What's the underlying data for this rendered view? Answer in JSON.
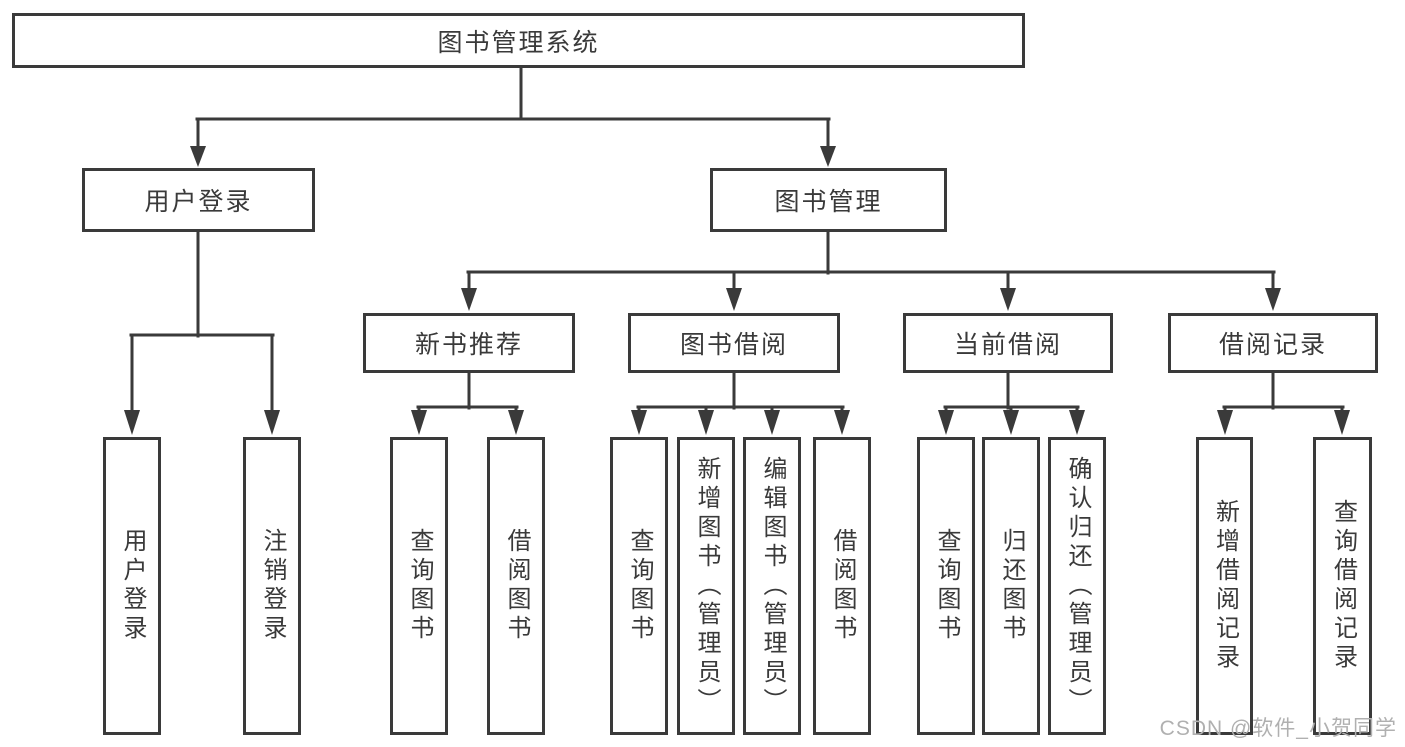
{
  "tree": {
    "root": "图书管理系统",
    "level2": [
      "用户登录",
      "图书管理"
    ],
    "level3": [
      "新书推荐",
      "图书借阅",
      "当前借阅",
      "借阅记录"
    ],
    "leaves": {
      "user_login": [
        "用户登录",
        "注销登录"
      ],
      "new_book": [
        "查询图书",
        "借阅图书"
      ],
      "book_borrow": [
        "查询图书",
        "新增图书（管理员）",
        "编辑图书（管理员）",
        "借阅图书"
      ],
      "current_borrow": [
        "查询图书",
        "归还图书",
        "确认归还（管理员）"
      ],
      "borrow_record": [
        "新增借阅记录",
        "查询借阅记录"
      ]
    }
  },
  "watermark": "CSDN @软件_小贺同学",
  "colors": {
    "line": "#3a3a3a",
    "text": "#3a3a3a",
    "watermark": "#b0b0b0",
    "background": "#ffffff"
  }
}
